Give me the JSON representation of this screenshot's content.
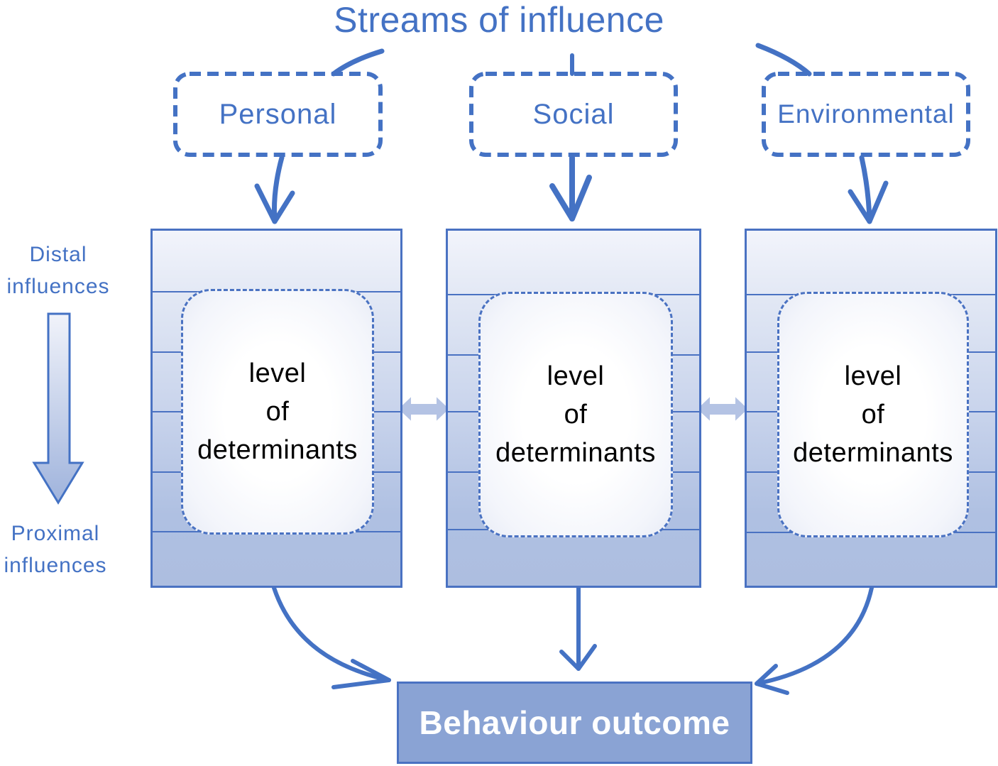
{
  "title": "Streams of influence",
  "streams": [
    {
      "label": "Personal",
      "level_lines": [
        "level",
        "of",
        "determinants"
      ]
    },
    {
      "label": "Social",
      "level_lines": [
        "level",
        "of",
        "determinants"
      ]
    },
    {
      "label": "Environmental",
      "level_lines": [
        "level",
        "of",
        "determinants"
      ]
    }
  ],
  "gradient_axis": {
    "top_label_line1": "Distal",
    "top_label_line2": "influences",
    "bottom_label_line1": "Proximal",
    "bottom_label_line2": "influences"
  },
  "outcome": {
    "label": "Behaviour outcome"
  },
  "colors": {
    "primary_blue": "#4472c4",
    "outcome_fill": "#8aa3d4",
    "bidirectional_arrow": "#b4c3e4"
  }
}
